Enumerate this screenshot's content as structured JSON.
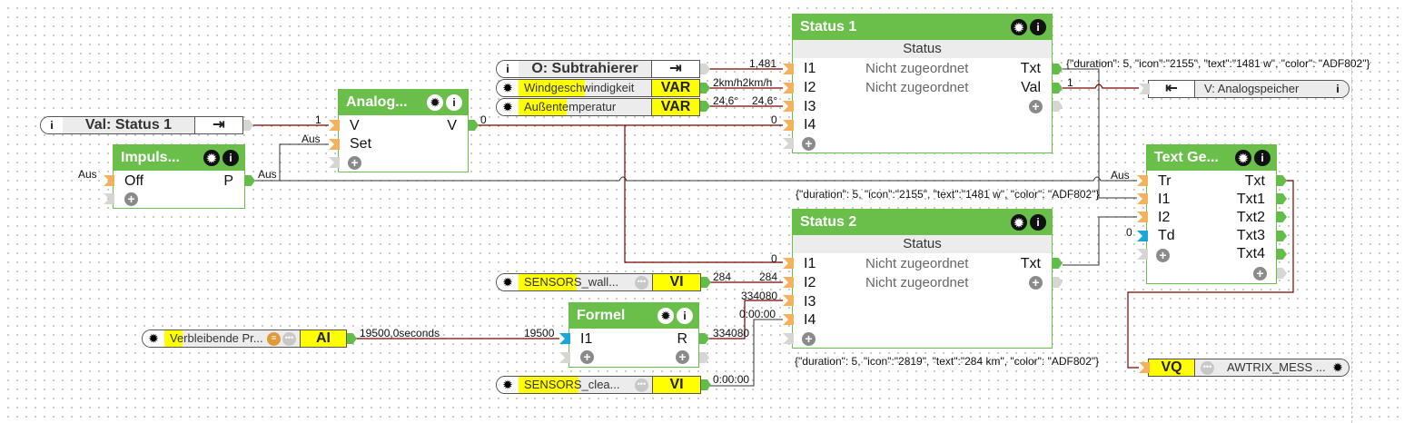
{
  "canvas": {
    "grid": "dotted",
    "colors": {
      "block_green": "#6abf4b",
      "port_orange": "#f4b25d",
      "port_blue": "#1ba6d9",
      "highlight_yellow": "#ffff00",
      "wire_active": "#7a0000",
      "wire_neutral": "#333333"
    }
  },
  "nodes": {
    "val_status1": {
      "icon": "info-icon",
      "name": "Val: Status 1",
      "tag_icon": "output-icon"
    },
    "o_subtrahierer": {
      "icon": "info-icon",
      "name": "O: Subtrahierer",
      "tag_icon": "output-icon"
    },
    "windgeschwindigkeit": {
      "icon": "gear-icon",
      "name": "Windgeschwindigkeit",
      "tag": "VAR"
    },
    "aussentemperatur": {
      "icon": "gear-icon",
      "name": "Außentemperatur",
      "tag": "VAR"
    },
    "v_analogspeicher": {
      "icon": "input-icon",
      "name": "V: Analogspeicher",
      "end_icon": "info-icon"
    },
    "sensors_wall": {
      "icon": "gear-icon",
      "name": "SENSORS_wall...",
      "tag": "VI"
    },
    "verbleibende": {
      "icon": "gear-icon",
      "name": "Verbleibende Pr...",
      "tag": "AI"
    },
    "sensors_clea": {
      "icon": "gear-icon",
      "name": "SENSORS_clea...",
      "tag": "VI"
    },
    "awtrix": {
      "tag": "VQ",
      "name": "AWTRIX_MESS ...",
      "end_icon": "gear-icon"
    }
  },
  "blocks": {
    "impuls": {
      "title": "Impuls...",
      "inputs": [
        "Off"
      ],
      "outputs": [
        "P"
      ]
    },
    "analog": {
      "title": "Analog...",
      "inputs": [
        "V",
        "Set"
      ],
      "outputs": [
        "V"
      ]
    },
    "status1": {
      "title": "Status 1",
      "subtitle": "Status",
      "inputs": [
        "I1",
        "I2",
        "I3",
        "I4"
      ],
      "outputs": [
        "Txt",
        "Val"
      ],
      "rows": [
        "Nicht zugeordnet",
        "Nicht zugeordnet"
      ]
    },
    "status2": {
      "title": "Status 2",
      "subtitle": "Status",
      "inputs": [
        "I1",
        "I2",
        "I3",
        "I4"
      ],
      "outputs": [
        "Txt"
      ],
      "rows": [
        "Nicht zugeordnet",
        "Nicht zugeordnet"
      ]
    },
    "formel": {
      "title": "Formel",
      "inputs": [
        "I1"
      ],
      "outputs": [
        "R"
      ]
    },
    "textgen": {
      "title": "Text Ge...",
      "inputs": [
        "Tr",
        "I1",
        "I2",
        "Td"
      ],
      "outputs": [
        "Txt",
        "Txt1",
        "Txt2",
        "Txt3",
        "Txt4"
      ]
    }
  },
  "wire_labels": {
    "val_to_analog": "1",
    "impuls_off_in": "Aus",
    "impuls_p_out": "Aus",
    "analog_set_in": "Aus",
    "analog_v_out": "0",
    "sub_to_i1": "1,481",
    "wind_to_i2": "2km/h2km/h",
    "temp_out": "24,6°",
    "temp_to_i3": "24,6°",
    "s1_i4": "0",
    "s1_txt_out": "{\"duration\": 5, \"icon\":\"2155\", \"text\":\"1481 w\", \"color\": \"ADF802\"}",
    "s1_val_out": "1",
    "tg_tr_in": "Aus",
    "tg_i1_in": "{\"duration\": 5, \"icon\":\"2155\", \"text\":\"1481 w\", \"color\": \"ADF802\"}",
    "tg_td_in": "0",
    "s2_i1": "0",
    "wall_out": "284",
    "s2_i2": "284",
    "s2_i3": "334080",
    "s2_i4": "0:00:00",
    "verb_out": "19500,0seconds",
    "formel_i1": "19500",
    "formel_r_out": "334080",
    "clea_out": "0:00:00",
    "s2_txt_label": "{\"duration\": 5, \"icon\":\"2819\", \"text\":\"284 km\", \"color\": \"ADF802\"}"
  }
}
